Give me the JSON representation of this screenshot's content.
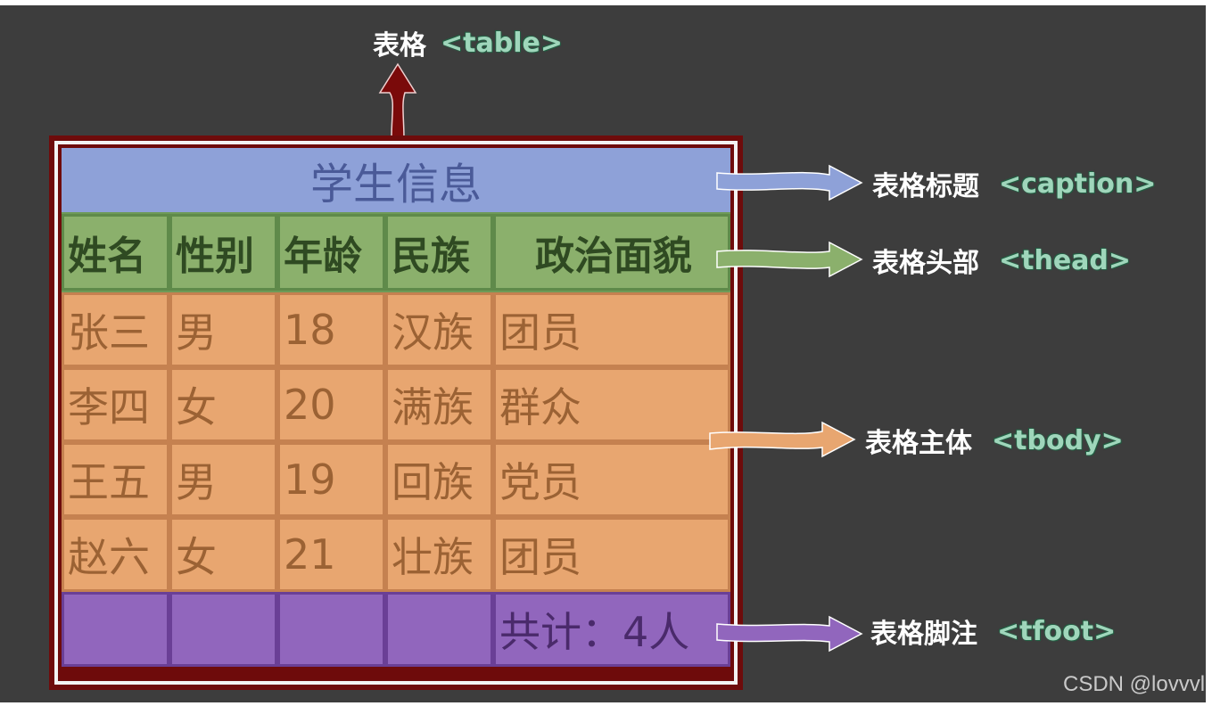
{
  "top_label": {
    "cn": "表格",
    "tag": "<table>"
  },
  "caption": "学生信息",
  "head": [
    "姓名",
    "性别",
    "年龄",
    "民族",
    "政治面貌"
  ],
  "rows": [
    [
      "张三",
      "男",
      "18",
      "汉族",
      "团员"
    ],
    [
      "李四",
      "女",
      "20",
      "满族",
      "群众"
    ],
    [
      "王五",
      "男",
      "19",
      "回族",
      "党员"
    ],
    [
      "赵六",
      "女",
      "21",
      "壮族",
      "团员"
    ]
  ],
  "foot": [
    "",
    "",
    "",
    "",
    "共计：4人"
  ],
  "side_labels": {
    "caption": {
      "cn": "表格标题",
      "tag": "<caption>",
      "color": "#8ea1d8"
    },
    "thead": {
      "cn": "表格头部",
      "tag": "<thead>",
      "color": "#8bb06c"
    },
    "tbody": {
      "cn": "表格主体",
      "tag": "<tbody>",
      "color": "#e8a670"
    },
    "tfoot": {
      "cn": "表格脚注",
      "tag": "<tfoot>",
      "color": "#9166bd"
    }
  },
  "colors": {
    "background": "#3d3d3d",
    "table_border": "#6e0b0b"
  },
  "watermark": "CSDN @lovvvl"
}
